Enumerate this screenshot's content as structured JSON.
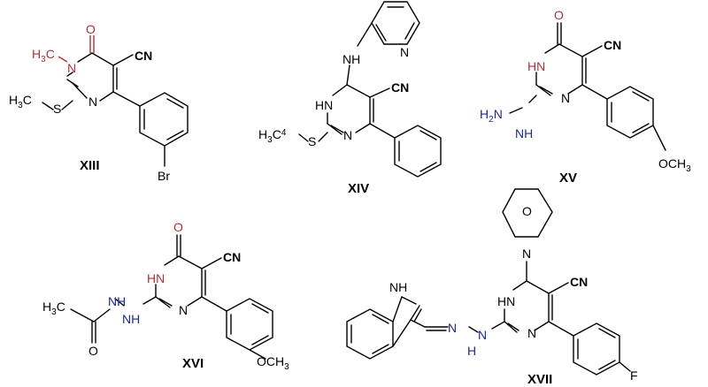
{
  "compounds": [
    {
      "id": "XIII",
      "labels": {
        "h3c": "H",
        "me_n": "N",
        "o": "O",
        "cn": "CN",
        "sme_h3c": "H",
        "s": "S",
        "n_ring": "N",
        "br": "Br"
      }
    },
    {
      "id": "XIV",
      "labels": {
        "nh": "N",
        "h": "H",
        "n_py": "N",
        "hn": "HN",
        "cn": "CN",
        "h3c4": "H",
        "s": "S",
        "n_ring": "N"
      }
    },
    {
      "id": "XV",
      "labels": {
        "o": "O",
        "hn": "HN",
        "cn": "CN",
        "h2n": "H",
        "nh": "NH",
        "n_ring": "N",
        "och3": "OCH"
      }
    },
    {
      "id": "XVI",
      "labels": {
        "o": "O",
        "hn": "HN",
        "cn": "CN",
        "h3c": "H",
        "nh_top": "NH",
        "nh_bot": "NH",
        "n_ring": "N",
        "o2": "O",
        "och3": "OCH"
      }
    },
    {
      "id": "XVII",
      "labels": {
        "o": "O",
        "n_morph": "N",
        "nh_ind": "NH",
        "hn": "HN",
        "cn": "CN",
        "n1": "N",
        "n2": "N",
        "h": "H",
        "n_ring": "N",
        "f": "F"
      }
    }
  ],
  "subscripts": {
    "three": "3",
    "two": "2",
    "four": "4",
    "c": "C"
  },
  "names": {
    "xiii": "XIII",
    "xiv": "XIV",
    "xv": "XV",
    "xvi": "XVI",
    "xvii": "XVII"
  }
}
